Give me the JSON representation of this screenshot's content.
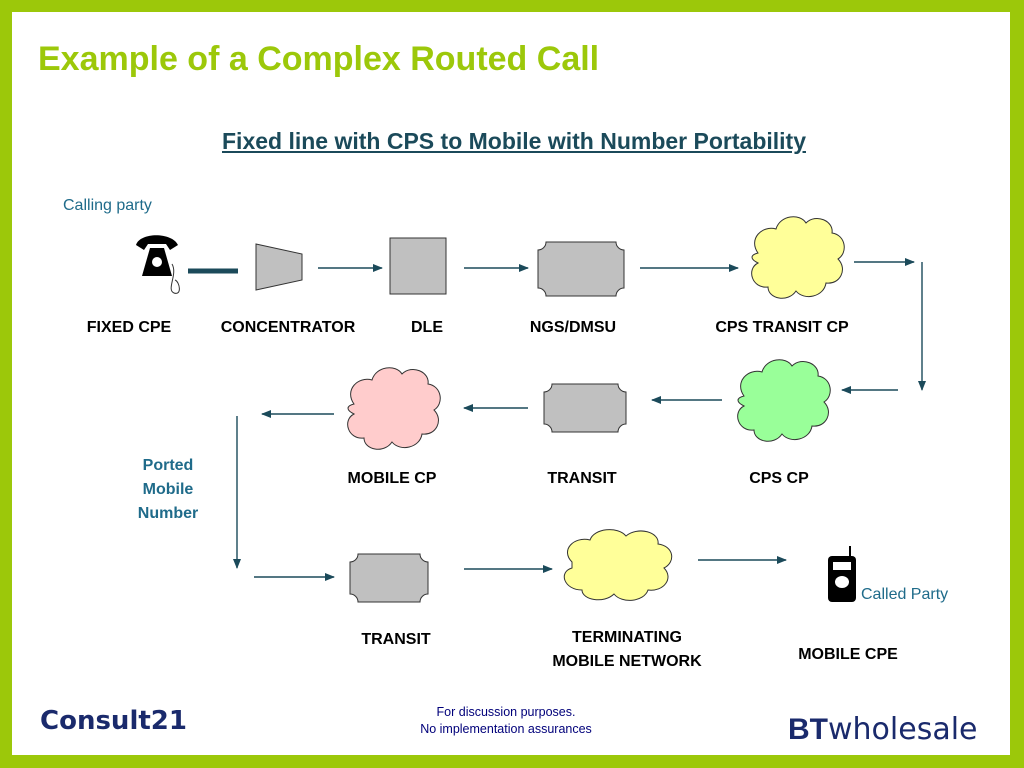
{
  "title": "Example of a Complex Routed Call",
  "subtitle": "Fixed line with CPS to Mobile with Number Portability",
  "calling_party": "Calling party",
  "called_party": "Called Party",
  "ported_label": [
    "Ported",
    "Mobile",
    "Number"
  ],
  "nodes": {
    "fixed_cpe": "FIXED CPE",
    "concentrator": "CONCENTRATOR",
    "dle": "DLE",
    "ngs_dmsu": "NGS/DMSU",
    "cps_transit_cp": "CPS TRANSIT CP",
    "mobile_cp": "MOBILE CP",
    "transit_row2": "TRANSIT",
    "cps_cp": "CPS CP",
    "transit_row3": "TRANSIT",
    "terminating_mobile_network": [
      "TERMINATING",
      "MOBILE NETWORK"
    ],
    "mobile_cpe": "MOBILE CPE"
  },
  "footer": [
    "For discussion purposes.",
    "No implementation assurances"
  ],
  "logos": {
    "consult21": "Consult21",
    "bt": "BT",
    "wholesale": "wholesale"
  },
  "colors": {
    "brand_green": "#9cc80a",
    "cloud_yellow": "#ffff99",
    "cloud_green": "#99ff99",
    "cloud_pink": "#ffcccc",
    "node_gray": "#c0c0c0",
    "arrow": "#1b4a5a"
  }
}
